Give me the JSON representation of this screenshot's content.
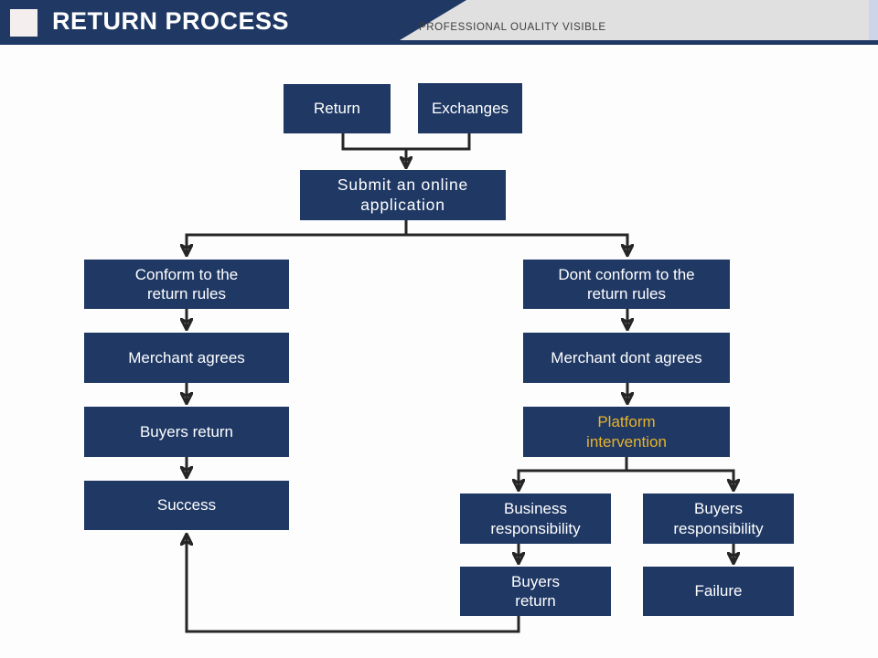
{
  "header": {
    "title": "RETURN PROCESS",
    "tagline": "PROFESSIONAL OUALITY VISIBLE"
  },
  "colors": {
    "navy": "#1f3864",
    "arrow": "#262626",
    "gold_text": "#e9b32a",
    "banner_gray": "#e0e0e1",
    "banner_edge_blue": "#ccd6e8",
    "accent_square_pink": "#f5eeee"
  },
  "diagram": {
    "nodes": [
      {
        "id": "return",
        "label": "Return"
      },
      {
        "id": "exchanges",
        "label": "Exchanges"
      },
      {
        "id": "submit-application",
        "label": "Submit an online\napplication"
      },
      {
        "id": "conform-rules",
        "label": "Conform to the\nreturn rules"
      },
      {
        "id": "merchant-agrees",
        "label": "Merchant agrees"
      },
      {
        "id": "buyers-return",
        "label": "Buyers return"
      },
      {
        "id": "success",
        "label": "Success"
      },
      {
        "id": "dont-conform-rules",
        "label": "Dont conform to the\nreturn rules"
      },
      {
        "id": "merchant-dont-agrees",
        "label": "Merchant dont agrees"
      },
      {
        "id": "platform-intervention",
        "label": "Platform\nintervention"
      },
      {
        "id": "business-responsibility",
        "label": "Business\nresponsibility"
      },
      {
        "id": "buyers-responsibility",
        "label": "Buyers\nresponsibility"
      },
      {
        "id": "buyers-return-2",
        "label": "Buyers\nreturn"
      },
      {
        "id": "failure",
        "label": "Failure"
      }
    ]
  }
}
